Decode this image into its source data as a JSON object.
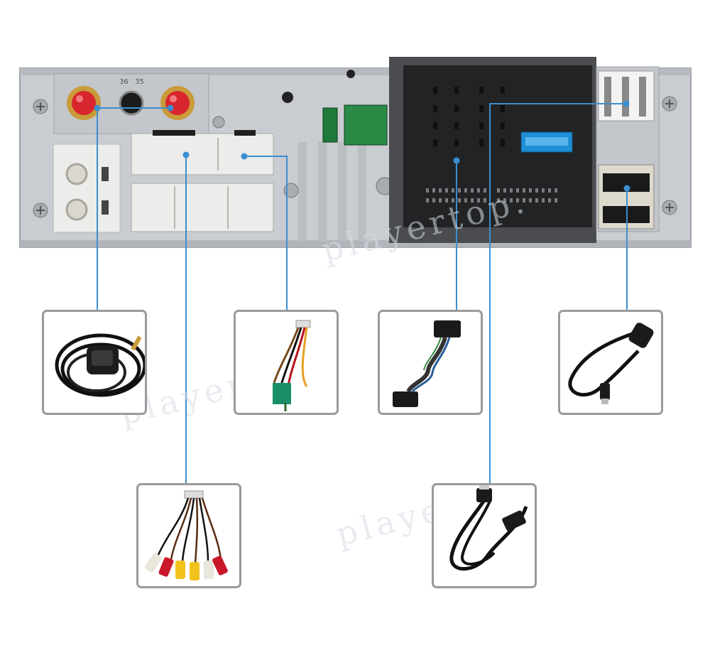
{
  "unit": {
    "silkscreen_labels": [
      "36",
      "35"
    ],
    "colors": {
      "panel": "#cfd2d6",
      "panel_dark": "#9ea3a8",
      "connector_white": "#ececea",
      "iso_block": "#222324",
      "antenna_red": "#d8262e",
      "gold": "#c99b3a",
      "fuse_blue": "#1d8fd6",
      "pcb_green": "#1f7a3a",
      "leader_line": "#3b8fd0"
    }
  },
  "watermark": {
    "text": "playertop."
  },
  "accessories": [
    {
      "id": "gps",
      "icon": "gps-antenna-icon"
    },
    {
      "id": "power",
      "icon": "wire-harness-icon"
    },
    {
      "id": "iso",
      "icon": "iso-adapter-cable-icon"
    },
    {
      "id": "mini-usb",
      "icon": "mini-usb-cable-icon"
    },
    {
      "id": "rca",
      "icon": "rca-cable-icon"
    },
    {
      "id": "usb",
      "icon": "usb-extension-cable-icon"
    }
  ]
}
